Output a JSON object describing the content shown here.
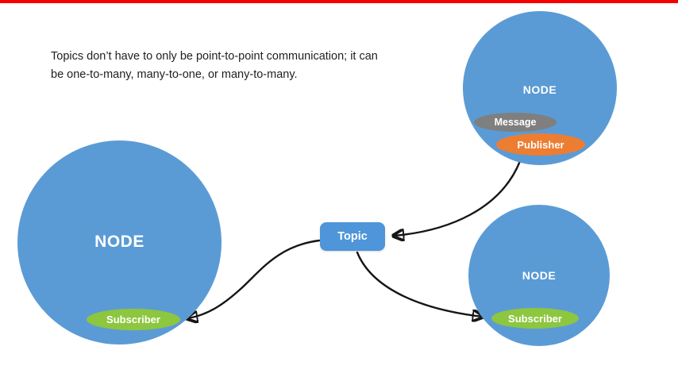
{
  "caption": {
    "text": "Topics don’t have to only be point-to-point communication; it can be one-to-many, many-to-one, or many-to-many."
  },
  "topic": {
    "label": "Topic"
  },
  "nodes": {
    "left": {
      "label": "NODE",
      "subscriber_label": "Subscriber"
    },
    "top_right": {
      "label": "NODE",
      "message_label": "Message",
      "publisher_label": "Publisher"
    },
    "bottom_right": {
      "label": "NODE",
      "subscriber_label": "Subscriber"
    }
  },
  "colors": {
    "node_fill": "#5b9bd5",
    "topic_fill": "#4e95d9",
    "subscriber_fill": "#8dc63f",
    "publisher_fill": "#ed7d31",
    "message_fill": "#7f7f7f",
    "arrow": "#161616",
    "top_bar": "#f40000"
  }
}
